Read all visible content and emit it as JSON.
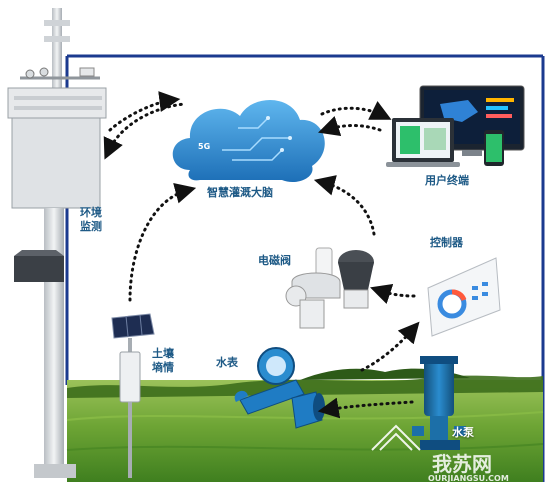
{
  "labels": {
    "cloud": "智慧灌溉大脑",
    "cloud_badge": "5G",
    "user": "用户终端",
    "env_monitor": "环境监测",
    "solenoid": "电磁阀",
    "controller": "控制器",
    "soil": "土壤墒情",
    "meter": "水表",
    "pump": "水泵"
  },
  "watermark": {
    "brand": "我苏网",
    "url": "OURJIANGSU.COM"
  },
  "colors": {
    "frame": "#1b3a8f",
    "cloud": "#2f8bd0",
    "label": "#1e5a86",
    "sky": "#ffffff",
    "field": "#5a9a2a",
    "pump": "#1c6fa8",
    "arrow": "#111111"
  }
}
